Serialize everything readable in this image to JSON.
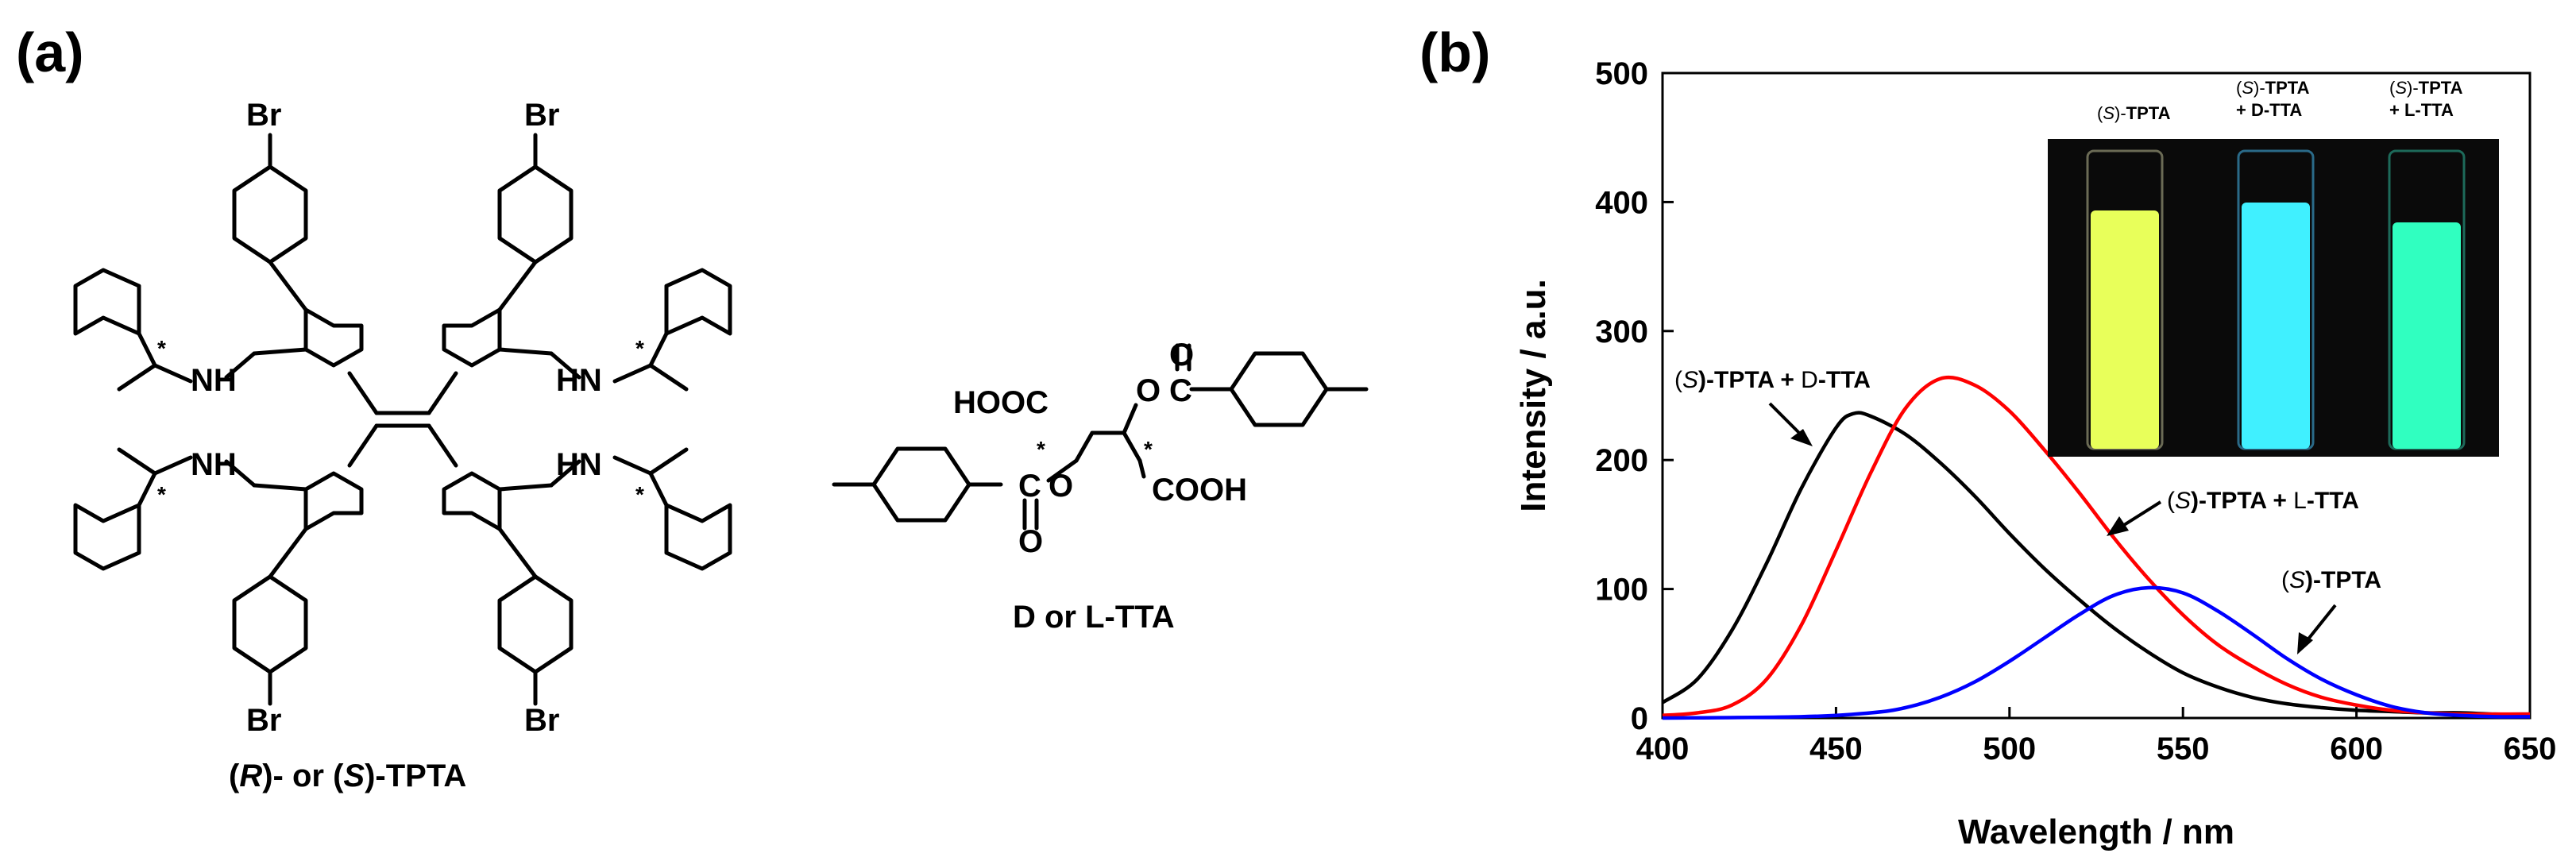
{
  "panel_a": {
    "label": "(a)",
    "tpta": {
      "caption_parts": [
        "(",
        "R",
        ")- or (",
        "S",
        ")-TPTA"
      ],
      "br_label": "Br",
      "nh_label": "NH",
      "hn_label": "HN",
      "star": "*"
    },
    "tta": {
      "hooc": "HOOC",
      "cooh": "COOH",
      "o_label": "O",
      "c_label": "C",
      "star": "*",
      "caption": "D or L-TTA"
    }
  },
  "panel_b": {
    "label": "(b)"
  },
  "chart_data": {
    "type": "line",
    "xlabel": "Wavelength / nm",
    "ylabel": "Intensity / a.u.",
    "xlim": [
      400,
      650
    ],
    "ylim": [
      0,
      500
    ],
    "xticks": [
      400,
      450,
      500,
      550,
      600,
      650
    ],
    "yticks": [
      0,
      100,
      200,
      300,
      400,
      500
    ],
    "grid": false,
    "series": [
      {
        "name": "(S)-TPTA + D-TTA",
        "color": "#000000",
        "x": [
          400,
          410,
          420,
          430,
          440,
          450,
          455,
          460,
          470,
          480,
          490,
          500,
          510,
          520,
          530,
          540,
          550,
          560,
          570,
          580,
          590,
          600,
          610,
          620,
          630,
          640,
          650
        ],
        "y": [
          12,
          30,
          68,
          120,
          178,
          225,
          236,
          234,
          220,
          198,
          172,
          143,
          116,
          92,
          70,
          51,
          35,
          24,
          16,
          11,
          8,
          6,
          5,
          4,
          4,
          3,
          3
        ]
      },
      {
        "name": "(S)-TPTA + L-TTA",
        "color": "#ff0000",
        "x": [
          400,
          410,
          420,
          430,
          440,
          450,
          460,
          470,
          480,
          490,
          500,
          510,
          520,
          530,
          540,
          550,
          560,
          570,
          580,
          590,
          600,
          610,
          620,
          630,
          640,
          650
        ],
        "y": [
          2,
          4,
          10,
          30,
          72,
          130,
          190,
          240,
          263,
          258,
          238,
          208,
          175,
          140,
          108,
          80,
          57,
          40,
          26,
          16,
          10,
          6,
          4,
          3,
          3,
          3
        ]
      },
      {
        "name": "(S)-TPTA",
        "color": "#0000ff",
        "x": [
          400,
          440,
          460,
          470,
          480,
          490,
          500,
          510,
          520,
          530,
          540,
          550,
          560,
          570,
          580,
          590,
          600,
          610,
          620,
          630,
          640,
          650
        ],
        "y": [
          0,
          1,
          4,
          8,
          16,
          28,
          44,
          62,
          80,
          95,
          101,
          97,
          83,
          65,
          46,
          30,
          18,
          9,
          4,
          2,
          1,
          1
        ]
      }
    ],
    "annotations": [
      {
        "parts": [
          "(",
          "S",
          ")-TPTA + ",
          "D",
          "-TTA"
        ]
      },
      {
        "parts": [
          "(",
          "S",
          ")-TPTA + ",
          "L",
          "-TTA"
        ]
      },
      {
        "parts": [
          "(",
          "S",
          ")-TPTA"
        ]
      }
    ],
    "inset_vials": [
      {
        "label_line1_parts": [
          "(",
          "S",
          ")-",
          "TPTA"
        ],
        "label_line2": "",
        "glow": "#e8ff5a"
      },
      {
        "label_line1_parts": [
          "(",
          "S",
          ")-",
          "TPTA"
        ],
        "label_line2": "+ D-TTA",
        "glow": "#40f0ff"
      },
      {
        "label_line1_parts": [
          "(",
          "S",
          ")-",
          "TPTA"
        ],
        "label_line2": "+ L-TTA",
        "glow": "#30ffc0"
      }
    ]
  }
}
